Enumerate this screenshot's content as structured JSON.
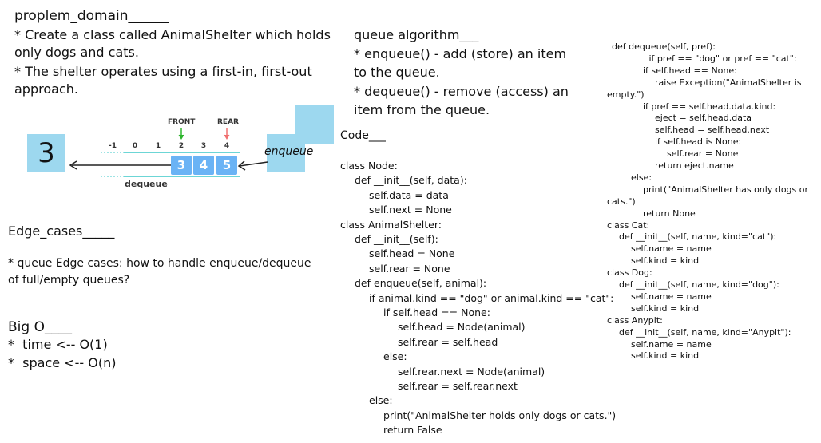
{
  "problem": {
    "heading": "proplem_domain______",
    "lines": [
      "* Create a class called AnimalShelter which holds",
      "only dogs and cats.",
      "* The shelter operates using a first-in, first-out",
      "approach."
    ]
  },
  "diagram": {
    "dequeued_value": "3",
    "front_label": "FRONT",
    "rear_label": "REAR",
    "indices": [
      "-1",
      "0",
      "1",
      "2",
      "3",
      "4"
    ],
    "cells": [
      "3",
      "4",
      "5"
    ],
    "enqueue_label": "enqueue",
    "dequeue_label": "dequeue",
    "box_color": "#9dd8ef",
    "cell_color": "#6ab3f5",
    "front_arrow_color": "#2db52d",
    "rear_arrow_color": "#f07070"
  },
  "edge": {
    "heading": "Edge_cases_____",
    "lines": [
      "* queue Edge cases: how to handle enqueue/dequeue",
      "of full/empty queues?"
    ]
  },
  "bigo": {
    "heading": "Big O____",
    "lines": [
      "*  time <-- O(1)",
      "*  space <-- O(n)"
    ]
  },
  "algorithm": {
    "heading": "queue algorithm___",
    "lines": [
      "* enqueue() - add (store) an item",
      "to the queue.",
      "* dequeue() - remove (access) an",
      "item from the queue."
    ]
  },
  "code_heading": "Code___",
  "code_main": [
    {
      "i": 0,
      "t": "class Node:"
    },
    {
      "i": 1,
      "t": "def __init__(self, data):"
    },
    {
      "i": 2,
      "t": "self.data = data"
    },
    {
      "i": 2,
      "t": "self.next = None"
    },
    {
      "i": 0,
      "t": "class AnimalShelter:"
    },
    {
      "i": 1,
      "t": "def __init__(self):"
    },
    {
      "i": 2,
      "t": "self.head = None"
    },
    {
      "i": 2,
      "t": "self.rear = None"
    },
    {
      "i": 1,
      "t": "def enqueue(self, animal):"
    },
    {
      "i": 2,
      "t": "if animal.kind == \"dog\" or animal.kind == \"cat\":"
    },
    {
      "i": 3,
      "t": "if self.head == None:"
    },
    {
      "i": 4,
      "t": "self.head = Node(animal)"
    },
    {
      "i": 4,
      "t": "self.rear = self.head"
    },
    {
      "i": 3,
      "t": "else:"
    },
    {
      "i": 4,
      "t": "self.rear.next = Node(animal)"
    },
    {
      "i": 4,
      "t": "self.rear = self.rear.next"
    },
    {
      "i": 2,
      "t": "else:"
    },
    {
      "i": 3,
      "t": "print(\"AnimalShelter holds only dogs or cats.\")"
    },
    {
      "i": 3,
      "t": "return False"
    }
  ],
  "code_right": [
    {
      "i": 0.4,
      "t": "def dequeue(self, pref):"
    },
    {
      "i": 3.5,
      "t": "if pref == \"dog\" or pref == \"cat\":"
    },
    {
      "i": 3,
      "t": "if self.head == None:"
    },
    {
      "i": 4,
      "t": "raise Exception(\"AnimalShelter is"
    },
    {
      "i": 0,
      "t": "empty.\")"
    },
    {
      "i": 3,
      "t": "if pref == self.head.data.kind:"
    },
    {
      "i": 4,
      "t": "eject = self.head.data"
    },
    {
      "i": 4,
      "t": "self.head = self.head.next"
    },
    {
      "i": 4,
      "t": "if self.head is None:"
    },
    {
      "i": 5,
      "t": "self.rear = None"
    },
    {
      "i": 4,
      "t": "return eject.name"
    },
    {
      "i": 2,
      "t": "else:"
    },
    {
      "i": 3,
      "t": "print(\"AnimalShelter has only dogs or"
    },
    {
      "i": 0,
      "t": "cats.\")"
    },
    {
      "i": 3,
      "t": "return None"
    },
    {
      "i": 0,
      "t": "class Cat:"
    },
    {
      "i": 1,
      "t": "def __init__(self, name, kind=\"cat\"):"
    },
    {
      "i": 2,
      "t": "self.name = name"
    },
    {
      "i": 2,
      "t": "self.kind = kind"
    },
    {
      "i": 0,
      "t": "class Dog:"
    },
    {
      "i": 1,
      "t": "def __init__(self, name, kind=\"dog\"):"
    },
    {
      "i": 2,
      "t": "self.name = name"
    },
    {
      "i": 2,
      "t": "self.kind = kind"
    },
    {
      "i": 0,
      "t": "class Anypit:"
    },
    {
      "i": 1,
      "t": "def __init__(self, name, kind=\"Anypit\"):"
    },
    {
      "i": 2,
      "t": "self.name = name"
    },
    {
      "i": 2,
      "t": "self.kind = kind"
    }
  ]
}
